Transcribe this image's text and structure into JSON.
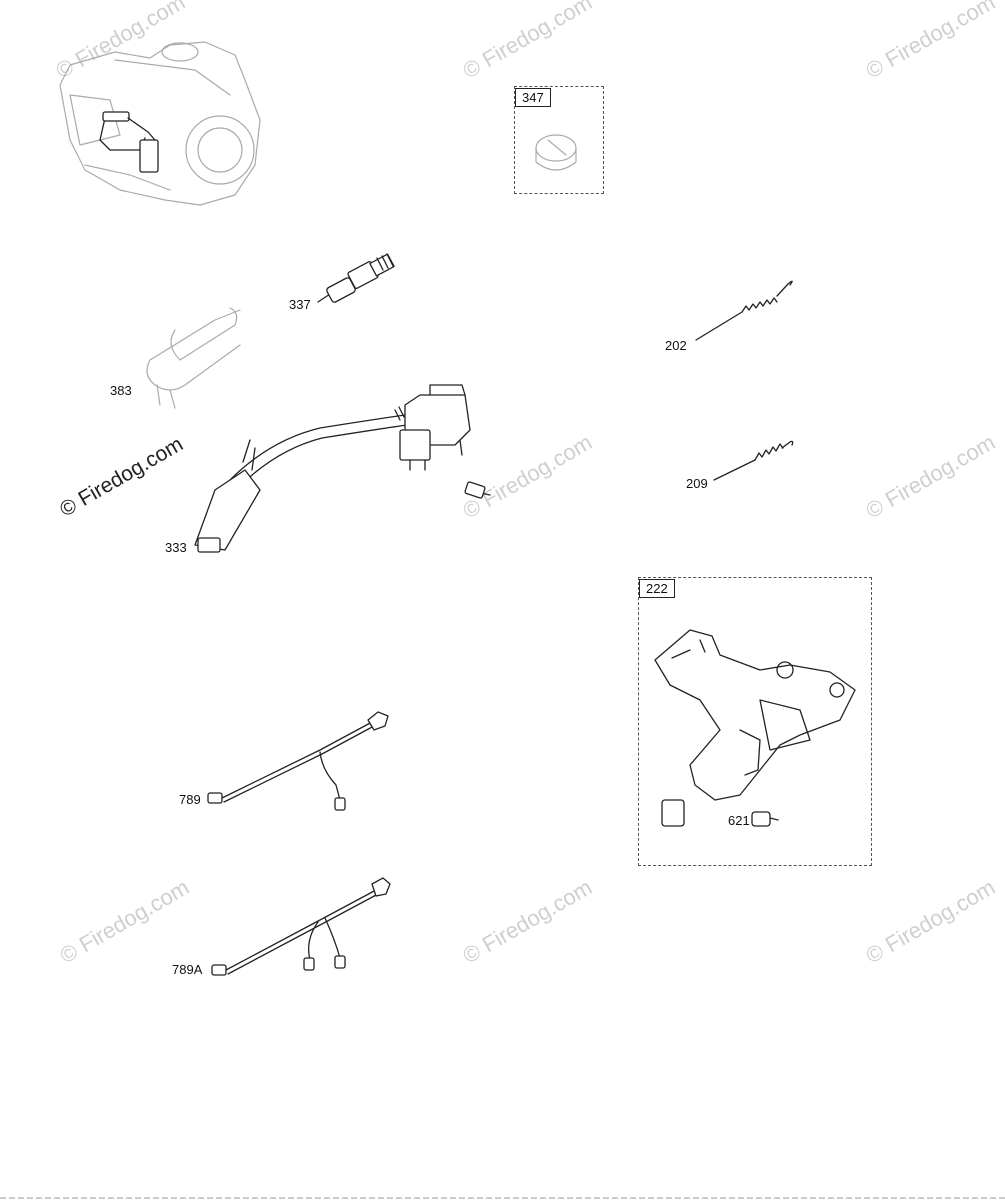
{
  "watermark": "© Firedog.com",
  "callouts": {
    "p347": "347",
    "p337": "337",
    "p383": "383",
    "p333": "333",
    "p202": "202",
    "p209": "209",
    "p222": "222",
    "p621": "621",
    "p789": "789",
    "p789a": "789A"
  },
  "colors": {
    "line": "#222222",
    "watermark": "#cfcfcf",
    "background": "#ffffff"
  }
}
